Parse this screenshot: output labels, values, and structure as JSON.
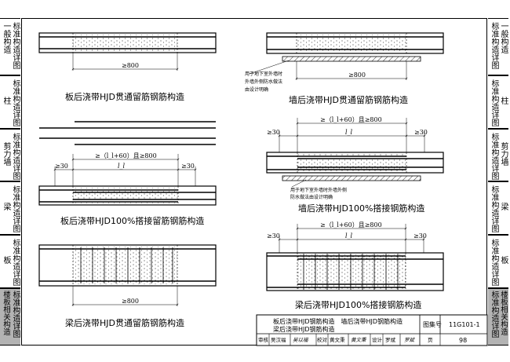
{
  "left_tabs": [
    {
      "category": "一般构造",
      "section_label": "标准构造详图",
      "active": false
    },
    {
      "category": "柱",
      "section_label": "标准构造详图",
      "active": false
    },
    {
      "category": "剪力墙",
      "section_label": "标准构造详图",
      "active": false
    },
    {
      "category": "梁",
      "section_label": "标准构造详图",
      "active": false
    },
    {
      "category": "板",
      "section_label": "标准构造详图",
      "active": false
    },
    {
      "category": "楼板相关构造",
      "section_label": "标准构造详图",
      "active": true
    }
  ],
  "right_tabs": [
    {
      "category": "一般构造",
      "section_label": "标准构造详图",
      "active": false
    },
    {
      "category": "柱",
      "section_label": "标准构造详图",
      "active": false
    },
    {
      "category": "剪力墙",
      "section_label": "标准构造详图",
      "active": false
    },
    {
      "category": "梁",
      "section_label": "标准构造详图",
      "active": false
    },
    {
      "category": "板",
      "section_label": "标准构造详图",
      "active": false
    },
    {
      "category": "楼板相关构造",
      "section_label": "标准构造详图",
      "active": true
    }
  ],
  "details": {
    "slab_through": {
      "caption": "板后浇带HJD贯通留筋钢筋构造",
      "dim_width": "≥800"
    },
    "wall_through": {
      "caption": "墙后浇带HJD贯通留筋钢筋构造",
      "dim_width": "≥800",
      "note_lines": [
        "用于地下室外墙时",
        "外墙外侧防水做法",
        "由设计明确"
      ]
    },
    "slab_lap": {
      "caption": "板后浇带HJD100%搭接留筋钢筋构造",
      "dim_total": "≥（l_l+60）且≥800",
      "dim_lap": "l_l",
      "dim_side": "≥30"
    },
    "wall_lap": {
      "caption": "墙后浇带HJD100%搭接钢筋构造",
      "dim_total": "≥（l_l+60）且≥800",
      "dim_lap": "l_l",
      "dim_side": "≥30",
      "note_lines": [
        "用于地下室外墙时外墙外侧",
        "防水做法由设计明确"
      ]
    },
    "beam_through": {
      "caption": "梁后浇带HJD贯通留筋钢筋构造",
      "dim_width": "≥800"
    },
    "beam_lap": {
      "caption": "梁后浇带HJD100%搭接钢筋构造",
      "dim_total": "≥（l_l+60）且≥800",
      "dim_lap": "l_l",
      "dim_side": "≥30"
    }
  },
  "title_block": {
    "title_line1": "板后浇带HJD钢筋构造　墙后浇带HJD钢筋构造",
    "title_line2": "梁后浇带HJD钢筋构造",
    "atlas_label": "图集号",
    "atlas_no": "11G101-1",
    "review_label": "审核",
    "reviewer": "吴汉福",
    "review_sign": "吴以福",
    "check_label": "校对",
    "checker": "黄文秉",
    "check_sign": "黄文秉",
    "design_label": "设计",
    "designer": "罗斌",
    "design_sign": "罗斌",
    "page_label": "页",
    "page_no": "98"
  }
}
